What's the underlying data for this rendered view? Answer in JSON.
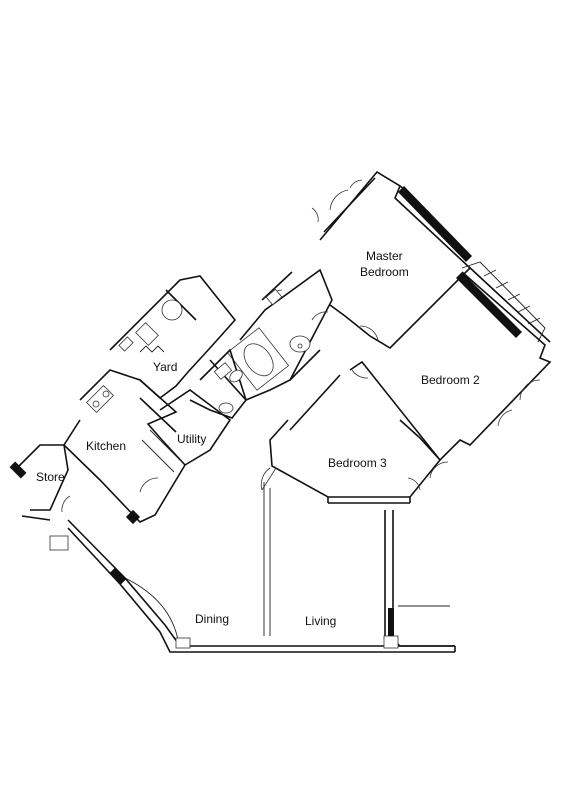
{
  "rooms": {
    "master_bedroom_line1": "Master",
    "master_bedroom_line2": "Bedroom",
    "bedroom2": "Bedroom 2",
    "bedroom3": "Bedroom 3",
    "yard": "Yard",
    "kitchen": "Kitchen",
    "utility": "Utility",
    "store": "Store",
    "dining": "Dining",
    "living": "Living"
  },
  "colors": {
    "line": "#111111",
    "background": "#ffffff"
  }
}
